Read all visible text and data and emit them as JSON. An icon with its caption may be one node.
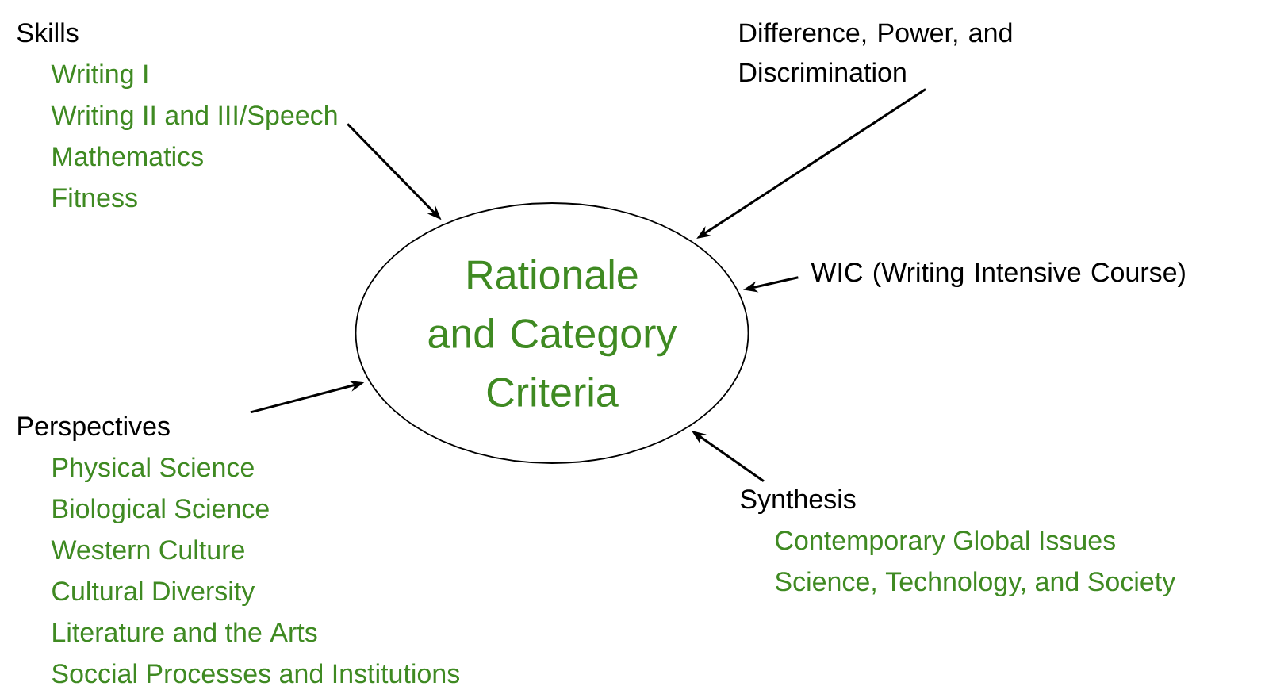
{
  "diagram": {
    "nodes": [
      {
        "text": [
          "Skills",
          "Writing I",
          "Writing II and III/Speech",
          "Mathematics",
          "Fitness"
        ]
      },
      {
        "text": [
          "Difference, Power, and Discrimination"
        ]
      },
      {
        "text": [
          "Rationale and Category Criteria"
        ]
      },
      {
        "text": [
          "WIC (Writing Intensive Course)"
        ]
      },
      {
        "text": [
          "Perspectives",
          "Physical Science",
          "Biological Science",
          "Western Culture",
          "Cultural Diversity",
          "Literature and the Arts",
          "Soccial Processes and Institutions"
        ]
      },
      {
        "text": [
          "Synthesis",
          "Contemporary Global Issues",
          "Science, Technology, and Society"
        ]
      }
    ],
    "edges": [
      {
        "from": 0,
        "to": 2,
        "arrow": "to"
      },
      {
        "from": 1,
        "to": 2,
        "arrow": "to"
      },
      {
        "from": 3,
        "to": 2,
        "arrow": "to"
      },
      {
        "from": 4,
        "to": 2,
        "arrow": "to"
      },
      {
        "from": 5,
        "to": 2,
        "arrow": "to"
      }
    ]
  }
}
